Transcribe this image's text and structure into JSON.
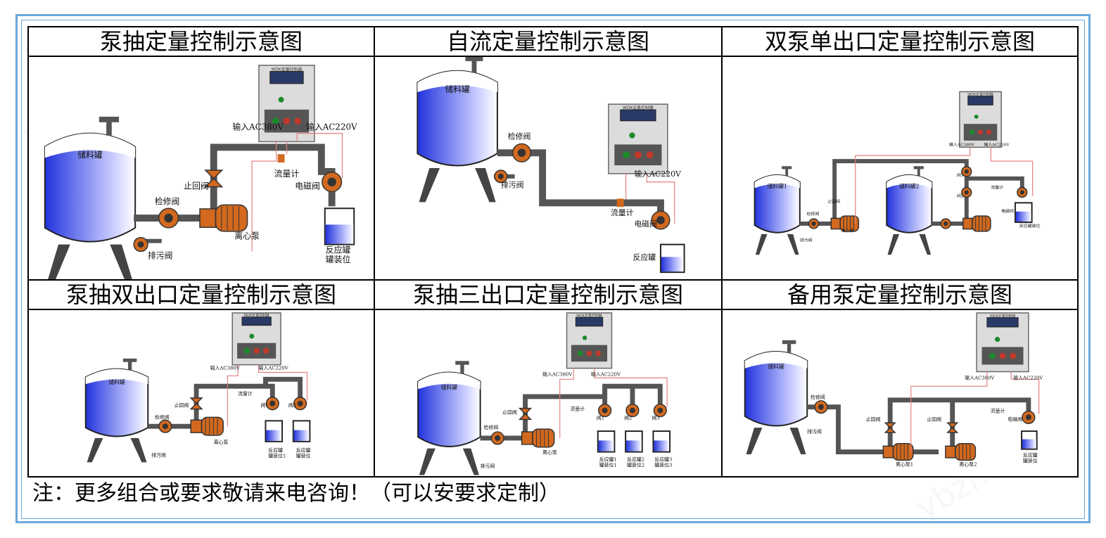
{
  "cells": [
    {
      "title": "泵抽定量控制示意图",
      "labels": {
        "tank": "储料罐",
        "in380": "输入AC380V",
        "in220": "输入AC220V",
        "check_valve": "止回阀",
        "flowmeter": "流量计",
        "solenoid": "电磁阀",
        "service_valve": "检修阀",
        "pump": "离心泵",
        "drain": "排污阀",
        "reactor": "反应罐\n罐装位"
      }
    },
    {
      "title": "自流定量控制示意图",
      "labels": {
        "tank": "储料罐",
        "service_valve": "检修阀",
        "drain": "排污阀",
        "in220": "输入AC220V",
        "flowmeter": "流量计",
        "solenoid": "电磁阀",
        "reactor": "反应罐"
      }
    },
    {
      "title": "双泵单出口定量控制示意图",
      "labels": {
        "tank1": "储料罐1",
        "tank2": "储料罐2",
        "in380": "输入AC380V",
        "in220": "输入AC220V",
        "valve1": "阀1",
        "valve2": "阀2",
        "check_valve": "止回阀",
        "flowmeter": "流量计",
        "solenoid": "电磁阀",
        "service_valve": "检修阀",
        "pump": "离心泵",
        "drain": "排污阀",
        "reactor": "反应罐装位"
      }
    },
    {
      "title": "泵抽双出口定量控制示意图",
      "labels": {
        "tank": "储料罐",
        "in380": "输入AC380V",
        "in220": "输入AC220V",
        "check_valve": "止回阀",
        "flowmeter": "流量计",
        "valve1": "阀1",
        "valve2": "阀2",
        "service_valve": "检修阀",
        "pump": "离心泵",
        "drain": "排污阀",
        "reactor1": "反应罐\n罐装位1",
        "reactor2": "反应罐\n罐装位"
      }
    },
    {
      "title": "泵抽三出口定量控制示意图",
      "labels": {
        "tank": "储料罐",
        "in380": "输入AC380V",
        "in220": "输入AC220V",
        "check_valve": "止回阀",
        "flowmeter": "流量计",
        "valve1": "阀1",
        "valve2": "阀2",
        "valve3": "阀3",
        "service_valve": "检修阀",
        "pump": "离心泵",
        "drain": "排污阀",
        "reactor1": "反应罐1\n罐装位1",
        "reactor2": "反应罐2\n罐装位2",
        "reactor3": "反应罐3\n罐装位3"
      }
    },
    {
      "title": "备用泵定量控制示意图",
      "labels": {
        "tank": "储料罐",
        "in380": "输入AC380V",
        "in220": "输入AC220V",
        "service_valve": "检修阀",
        "drain": "排污阀",
        "check_valve": "止回阀",
        "flowmeter": "流量计",
        "solenoid": "电磁阀",
        "pump1": "离心泵1",
        "pump2": "离心泵2",
        "reactor": "反应罐\n罐装位"
      }
    }
  ],
  "controller": {
    "panel_label": "WDK定量控制器"
  },
  "note": "注：更多组合或要求敬请来电咨询！（可以安要求定制）",
  "watermark": "ybzhan.cn",
  "colors": {
    "frame": "#6aa9dd",
    "pipe": "#555555",
    "pump": "#d2691e",
    "wire": "#e58080",
    "liquid": "#2233dd"
  }
}
